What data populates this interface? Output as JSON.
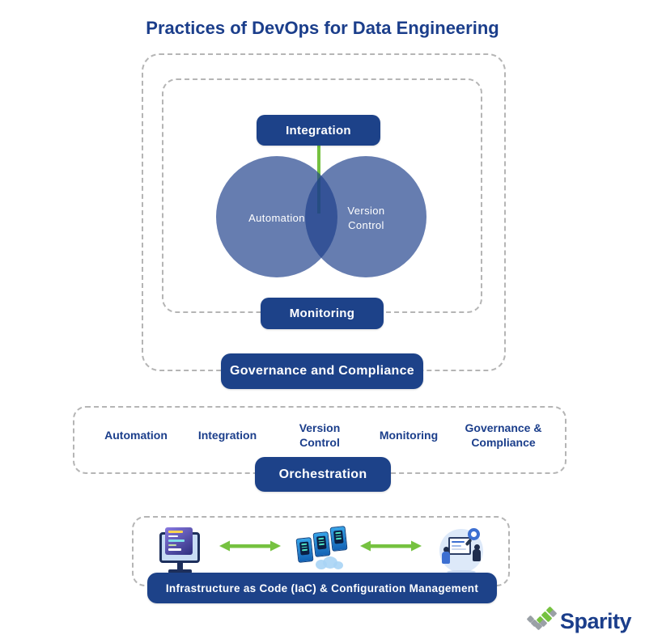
{
  "title": "Practices of DevOps for Data Engineering",
  "colors": {
    "navy": "#1d4289",
    "text-navy": "#1b3e8b",
    "green": "#76c240",
    "venn-fill": "rgba(30,64,138,0.68)",
    "dash": "#b5b5b5"
  },
  "venn": {
    "left_label": "Automation",
    "right_label": "Version\nControl"
  },
  "pills": {
    "integration": "Integration",
    "monitoring": "Monitoring",
    "governance": "Governance and Compliance",
    "orchestration": "Orchestration",
    "iac": "Infrastructure as Code (IaC) & Configuration Management"
  },
  "practices": [
    {
      "label": "Automation"
    },
    {
      "label": "Integration"
    },
    {
      "label": "Version\nControl"
    },
    {
      "label": "Monitoring"
    },
    {
      "label": "Governance &\nCompliance"
    }
  ],
  "bottom_icons": [
    {
      "name": "code-editor-monitor-icon"
    },
    {
      "name": "server-containers-cloud-icon"
    },
    {
      "name": "team-analysis-icon"
    }
  ],
  "logo": {
    "text": "Sparity"
  }
}
